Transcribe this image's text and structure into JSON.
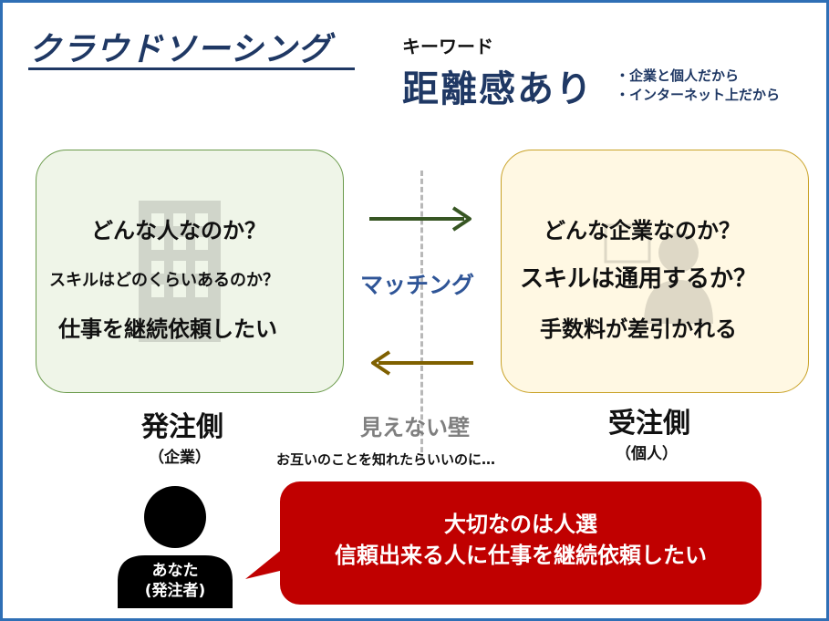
{
  "title": "クラウドソーシング",
  "keyword": {
    "label": "キーワード",
    "main": "距離感あり",
    "note1": "・企業と個人だから",
    "note2": "・インターネット上だから"
  },
  "client_box": {
    "q1": "どんな人なのか？",
    "q2": "スキルはどのくらいあるのか？",
    "q3": "仕事を継続依頼したい",
    "watermark_icon": "building-icon"
  },
  "worker_box": {
    "q1": "どんな企業なのか？",
    "q2": "スキルは通用するか？",
    "q3": "手数料が差引かれる",
    "watermark_icon": "person-icon"
  },
  "center": {
    "matching": "マッチング",
    "wall": "見えない壁",
    "wish": "お互いのことを知れたらいいのに…"
  },
  "client_side": {
    "title": "発注側",
    "sub": "（企業）"
  },
  "worker_side": {
    "title": "受注側",
    "sub": "（個人）"
  },
  "you": {
    "line1": "あなた",
    "line2": "(発注者)"
  },
  "bubble": {
    "line1": "大切なのは人選",
    "line2": "信頼出来る人に仕事を継続依頼したい"
  },
  "colors": {
    "frame": "#2f6fb5",
    "title": "#1f3864",
    "arrow_right": "#375623",
    "arrow_left": "#7f6000",
    "bubble": "#c00000"
  }
}
